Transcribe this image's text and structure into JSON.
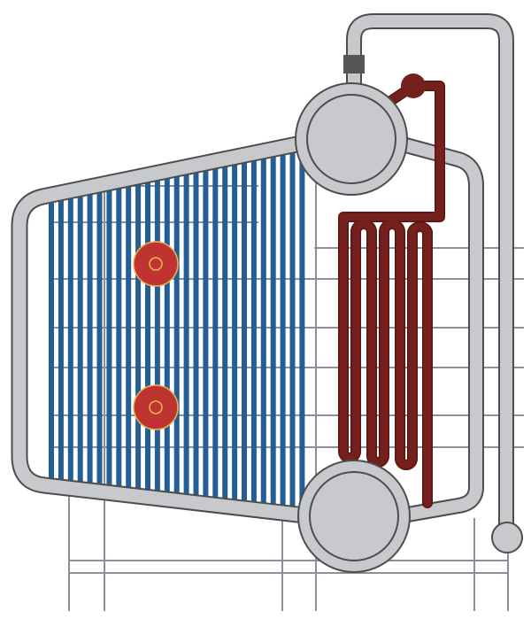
{
  "diagram": {
    "colors": {
      "pipe_fill": "#c8c9cc",
      "pipe_outline": "#4d4d4d",
      "water_tubes": "#235f96",
      "superheater": "#74201c",
      "burner_fill": "#bf3431",
      "burner_ring": "#e8b84a",
      "frame_grid": "#8a9099",
      "collar": "#555555"
    },
    "components": [
      "upper-drum",
      "lower-drum",
      "water-wall-tubes",
      "superheater-coil",
      "burner-upper",
      "burner-lower",
      "downcomer",
      "header-ball",
      "support-grid"
    ]
  }
}
